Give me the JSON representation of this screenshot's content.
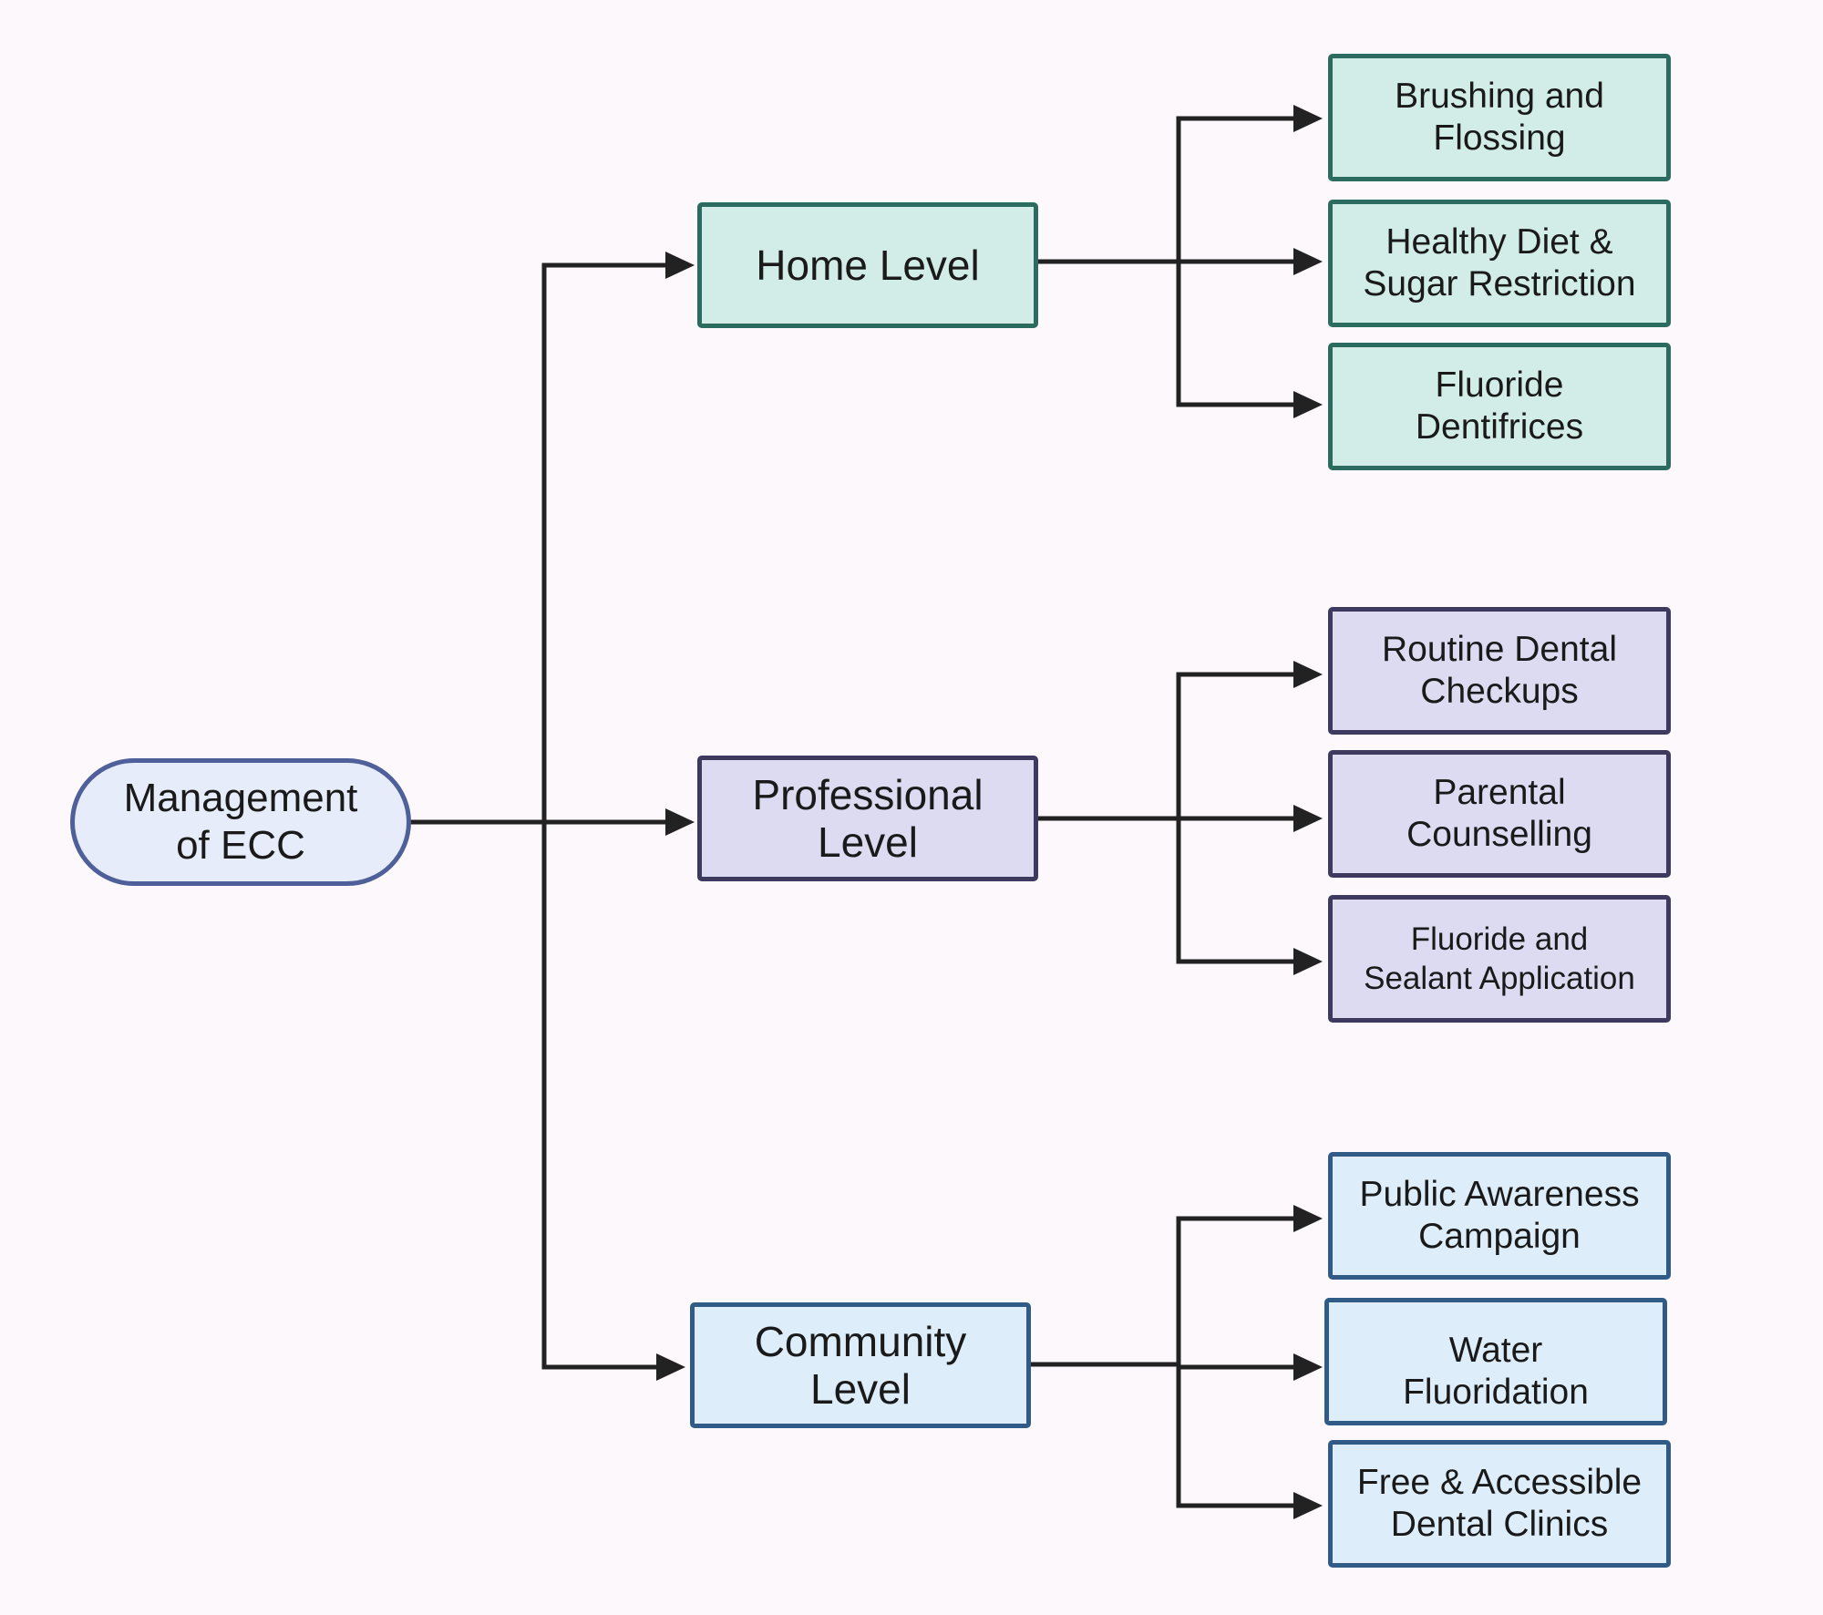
{
  "root": {
    "label": "Management\nof ECC"
  },
  "levels": [
    {
      "label": "Home Level",
      "items": [
        "Brushing and\nFlossing",
        "Healthy Diet &\nSugar Restriction",
        "Fluoride\nDentifrices"
      ]
    },
    {
      "label": "Professional\nLevel",
      "items": [
        "Routine Dental\nCheckups",
        "Parental\nCounselling",
        "Fluoride and\nSealant Application"
      ]
    },
    {
      "label": "Community\nLevel",
      "items": [
        "Public Awareness\nCampaign",
        "Water\nFluoridation",
        "Free & Accessible\nDental Clinics"
      ]
    }
  ],
  "colors": {
    "home_fill": "#d2ede7",
    "home_border": "#2c6b5f",
    "professional_fill": "#dcdbf1",
    "professional_border": "#3e3a5f",
    "community_fill": "#ddeefa",
    "community_border": "#2f5b86",
    "root_fill": "#e6ecf9",
    "root_border": "#4f5f99",
    "connector": "#222222",
    "background": "#fdf8fb"
  }
}
